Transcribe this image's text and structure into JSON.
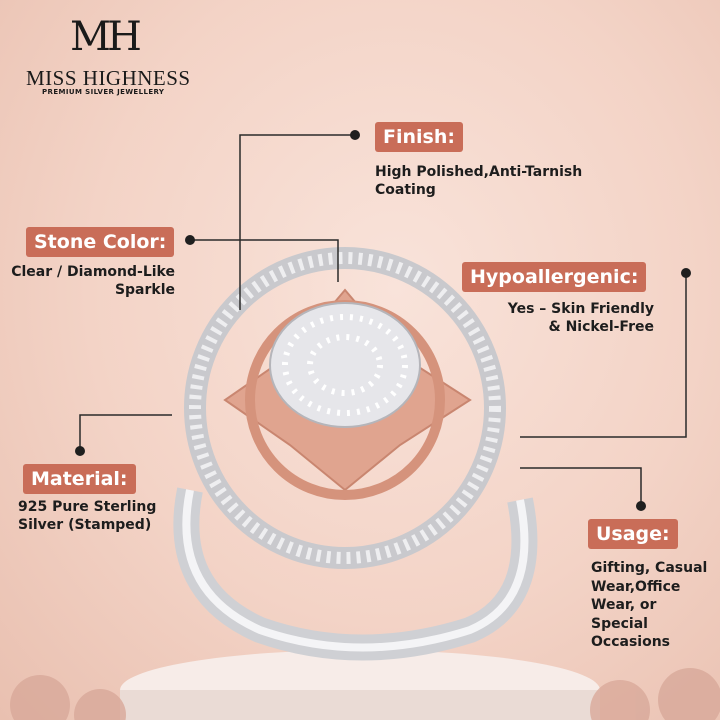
{
  "brand": {
    "monogram": "MH",
    "name": "MISS HIGHNESS",
    "tagline": "PREMIUM SILVER JEWELLERY"
  },
  "features": {
    "finish": {
      "label": "Finish:",
      "value_line1": "High Polished,Anti-Tarnish",
      "value_line2": "Coating"
    },
    "stone_color": {
      "label": "Stone Color:",
      "value_line1": "Clear / Diamond-Like",
      "value_line2": "Sparkle"
    },
    "hypoallergenic": {
      "label": "Hypoallergenic:",
      "value_line1": "Yes – Skin Friendly",
      "value_line2": "& Nickel-Free"
    },
    "material": {
      "label": "Material:",
      "value_line1": "925 Pure Sterling",
      "value_line2": "Silver (Stamped)"
    },
    "usage": {
      "label": "Usage:",
      "value_lines": [
        "Gifting, Casual",
        "Wear,Office",
        "Wear, or",
        "Special",
        "Occasions"
      ]
    }
  },
  "colors": {
    "badge": "#c96d58",
    "background": "#f3d3c6",
    "rose_gold": "#e0a48f",
    "silver": "#d8d8dc"
  }
}
